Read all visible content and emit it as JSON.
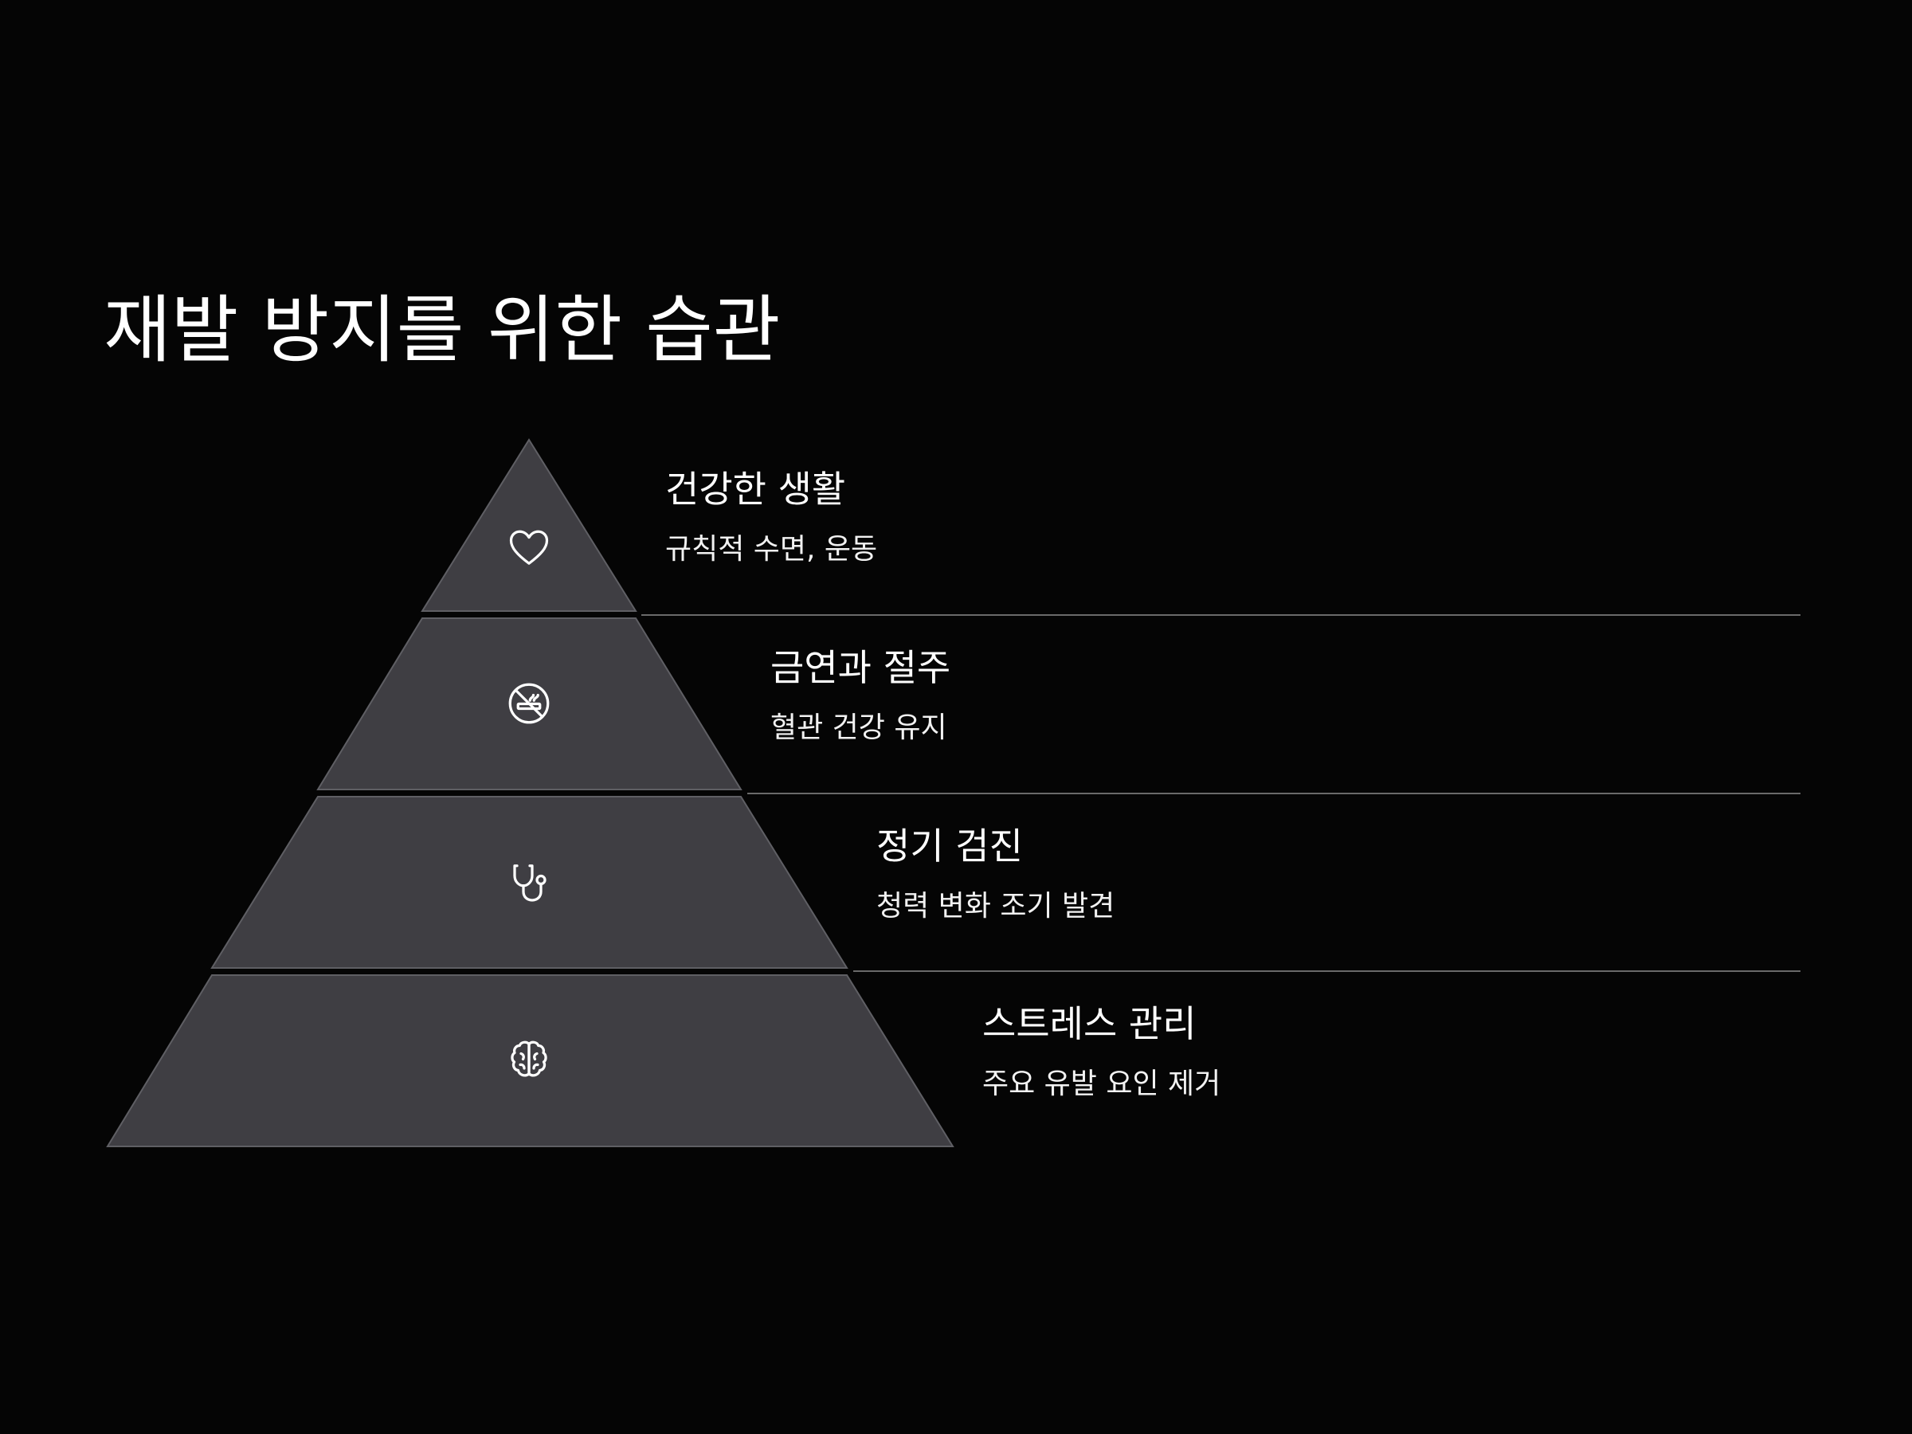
{
  "title": "재발 방지를 위한 습관",
  "colors": {
    "background": "#050505",
    "tier_fill": "#3f3e43",
    "tier_stroke": "#5f5f64",
    "divider": "#6a6a6a",
    "text": "#ffffff"
  },
  "tiers": [
    {
      "heading": "건강한 생활",
      "description": "규칙적 수면, 운동",
      "icon": "heart-icon"
    },
    {
      "heading": "금연과 절주",
      "description": "혈관 건강 유지",
      "icon": "no-smoking-icon"
    },
    {
      "heading": "정기 검진",
      "description": "청력 변화 조기 발견",
      "icon": "stethoscope-icon"
    },
    {
      "heading": "스트레스 관리",
      "description": "주요 유발 요인 제거",
      "icon": "brain-icon"
    }
  ]
}
